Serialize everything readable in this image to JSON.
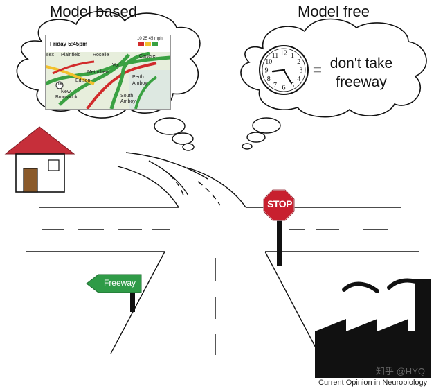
{
  "titles": {
    "model_based": "Model based",
    "model_free": "Model free"
  },
  "map": {
    "time": "Friday 5:45pm",
    "legend": "10  25  45 mph",
    "legend_colors": [
      "#d12b2b",
      "#f2c12e",
      "#3aa142"
    ],
    "labels": [
      "sex",
      "Plainfield",
      "Roselle",
      "Vorf",
      "Carteret",
      "18",
      "New",
      "Brunswick",
      "Edison",
      "Metuchen",
      "Perth",
      "Amboy",
      "South",
      "Amboy"
    ]
  },
  "clock": {
    "numbers": [
      "12",
      "1",
      "2",
      "3",
      "4",
      "5",
      "6",
      "7",
      "8",
      "9",
      "10",
      "11"
    ],
    "hour": 8.75,
    "minute": 25
  },
  "model_free_text": {
    "equals": "=",
    "line1": "don't take",
    "line2": "freeway"
  },
  "signs": {
    "stop": "STOP",
    "freeway": "Freeway"
  },
  "colors": {
    "roof": "#c62f3a",
    "door": "#8a5a2b",
    "stop_sign": "#c8202f",
    "freeway_sign": "#2f9b47",
    "ink": "#000000"
  },
  "footer": {
    "credit": "Current Opinion in Neurobiology",
    "watermark": "知乎 @HYQ"
  }
}
